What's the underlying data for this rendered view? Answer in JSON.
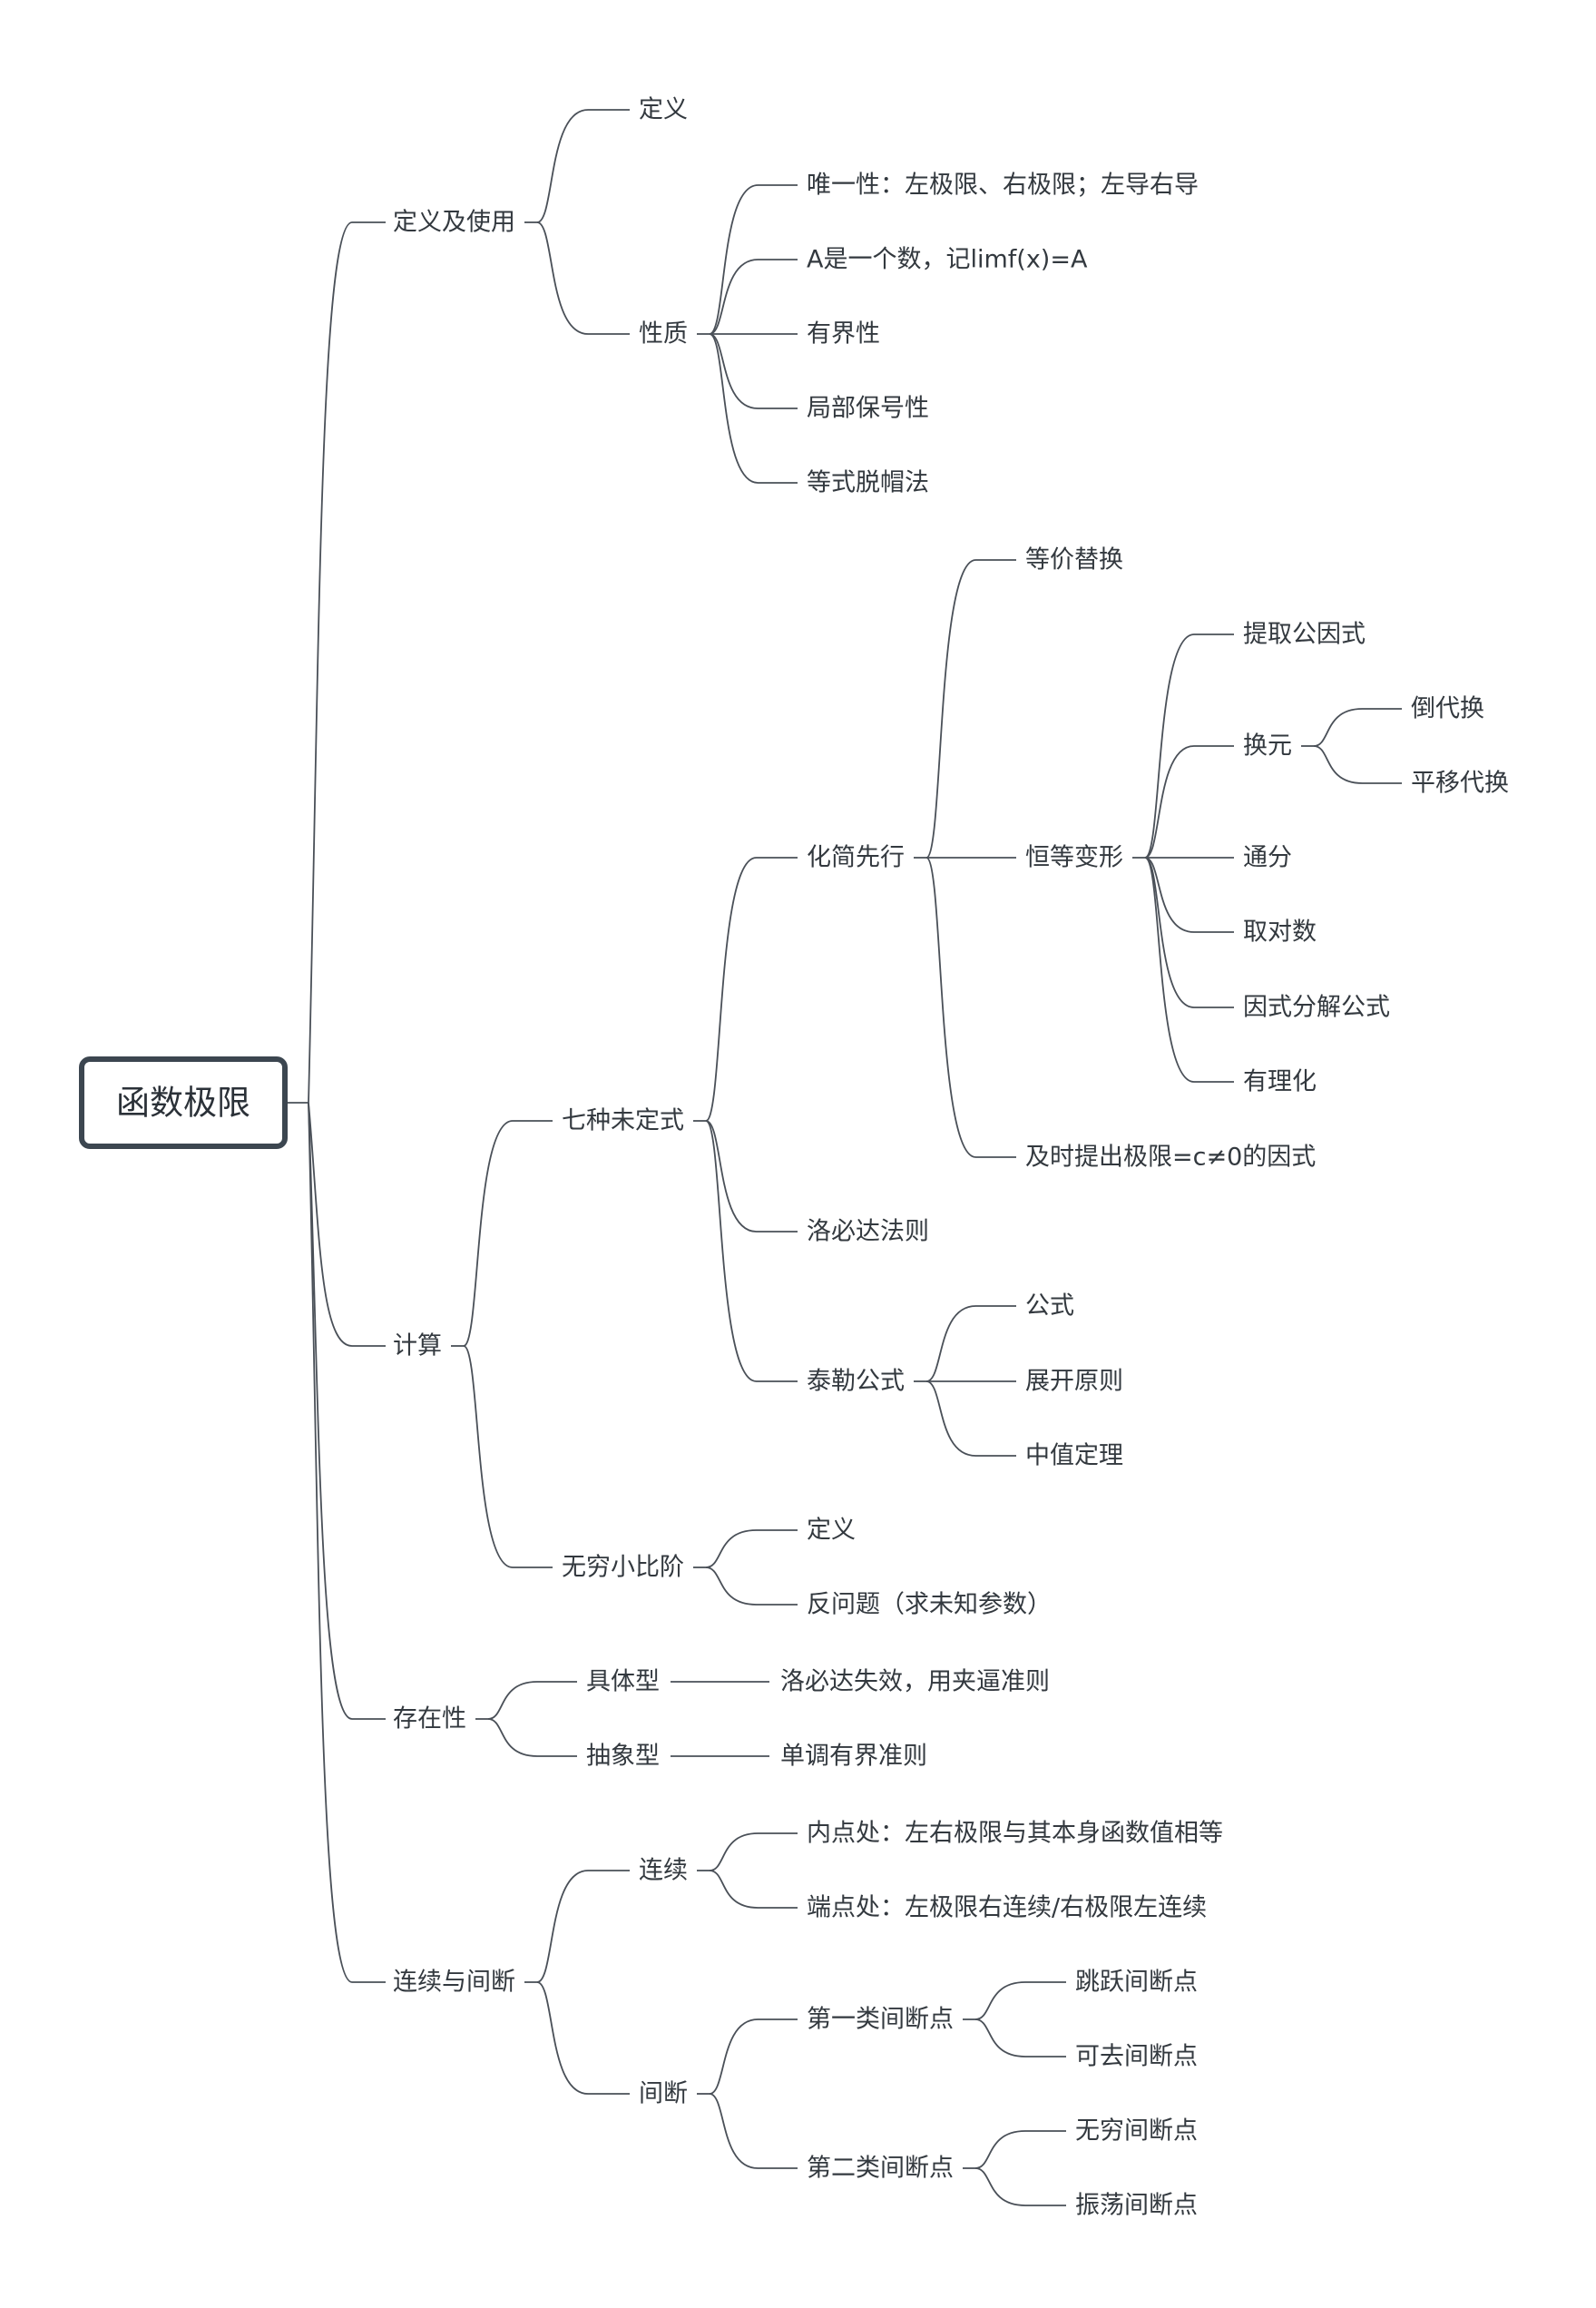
{
  "root": {
    "label": "函数极限"
  },
  "branches": [
    {
      "label": "定义及使用",
      "children": [
        {
          "label": "定义"
        },
        {
          "label": "性质",
          "children": [
            {
              "label": "唯一性：左极限、右极限；左导右导"
            },
            {
              "label": "A是一个数，记limf(x)=A"
            },
            {
              "label": "有界性"
            },
            {
              "label": "局部保号性"
            },
            {
              "label": "等式脱帽法"
            }
          ]
        }
      ]
    },
    {
      "label": "计算",
      "children": [
        {
          "label": "七种未定式",
          "children": [
            {
              "label": "化简先行",
              "children": [
                {
                  "label": "等价替换"
                },
                {
                  "label": "恒等变形",
                  "children": [
                    {
                      "label": "提取公因式"
                    },
                    {
                      "label": "换元",
                      "children": [
                        {
                          "label": "倒代换"
                        },
                        {
                          "label": "平移代换"
                        }
                      ]
                    },
                    {
                      "label": "通分"
                    },
                    {
                      "label": "取对数"
                    },
                    {
                      "label": "因式分解公式"
                    },
                    {
                      "label": "有理化"
                    }
                  ]
                },
                {
                  "label": "及时提出极限=c≠0的因式"
                }
              ]
            },
            {
              "label": "洛必达法则"
            },
            {
              "label": "泰勒公式",
              "children": [
                {
                  "label": "公式"
                },
                {
                  "label": "展开原则"
                },
                {
                  "label": "中值定理"
                }
              ]
            }
          ]
        },
        {
          "label": "无穷小比阶",
          "children": [
            {
              "label": "定义"
            },
            {
              "label": "反问题（求未知参数）"
            }
          ]
        }
      ]
    },
    {
      "label": "存在性",
      "children": [
        {
          "label": "具体型",
          "children": [
            {
              "label": "洛必达失效，用夹逼准则"
            }
          ]
        },
        {
          "label": "抽象型",
          "children": [
            {
              "label": "单调有界准则"
            }
          ]
        }
      ]
    },
    {
      "label": "连续与间断",
      "children": [
        {
          "label": "连续",
          "children": [
            {
              "label": "内点处：左右极限与其本身函数值相等"
            },
            {
              "label": "端点处：左极限右连续/右极限左连续"
            }
          ]
        },
        {
          "label": "间断",
          "children": [
            {
              "label": "第一类间断点",
              "children": [
                {
                  "label": "跳跃间断点"
                },
                {
                  "label": "可去间断点"
                }
              ]
            },
            {
              "label": "第二类间断点",
              "children": [
                {
                  "label": "无穷间断点"
                },
                {
                  "label": "振荡间断点"
                }
              ]
            }
          ]
        }
      ]
    }
  ],
  "colors": {
    "line": "#4a5058",
    "text": "#33393f",
    "root_border": "#3c4650"
  }
}
